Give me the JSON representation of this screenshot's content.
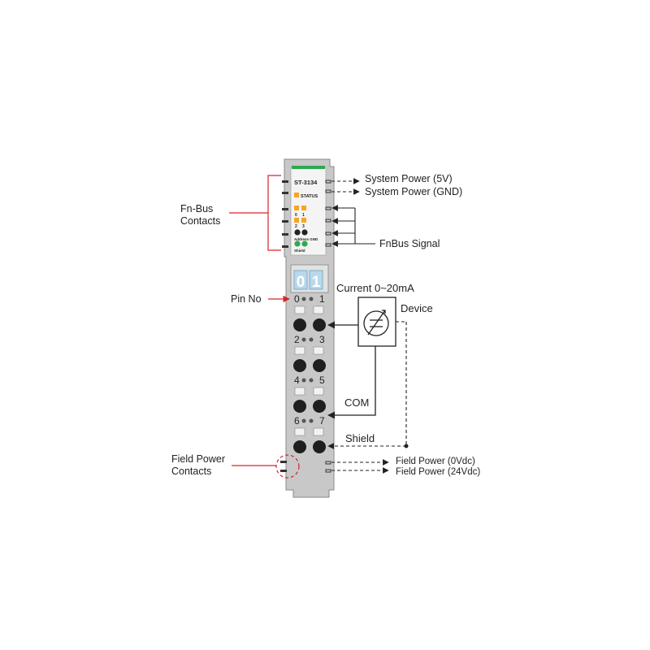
{
  "module": {
    "model": "ST-3134",
    "status_label": "STATUS",
    "led_numbers_row1": [
      "0",
      "1"
    ],
    "led_numbers_row2": [
      "2",
      "3"
    ],
    "address_gnd_label": "Address GND",
    "shield_led_label": "Shield",
    "channel_digits": [
      "0",
      "1"
    ],
    "pin_numbers": [
      "0",
      "1",
      "2",
      "3",
      "4",
      "5",
      "6",
      "7"
    ]
  },
  "labels": {
    "fn_bus_contacts": [
      "Fn-Bus",
      "Contacts"
    ],
    "system_power_5v": "System Power (5V)",
    "system_power_gnd": "System Power (GND)",
    "fnbus_signal": "FnBus Signal",
    "pin_no": "Pin No",
    "current": "Current 0~20mA",
    "device": "Device",
    "com": "COM",
    "shield": "Shield",
    "field_power_contacts": [
      "Field Power",
      "Contacts"
    ],
    "field_power_0v": "Field Power (0Vdc)",
    "field_power_24v": "Field Power (24Vdc)"
  },
  "colors": {
    "module_body": "#c8c8c8",
    "label_area": "#f4f4f4",
    "green_strip": "#2fa84f",
    "status_led": "#f5a623",
    "callout_red": "#d9232a",
    "display_blue": "#b8d8ec",
    "wire": "#222222"
  }
}
